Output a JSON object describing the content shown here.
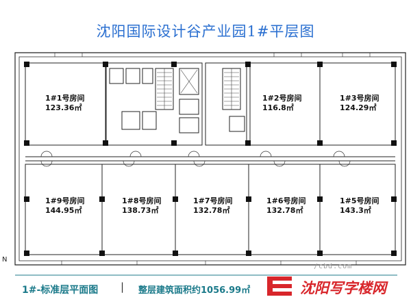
{
  "title": "沈阳国际设计谷产业园1#平层图",
  "rooms": [
    {
      "name": "1#1号房间",
      "area": "123.36㎡"
    },
    {
      "name": "1#2号房间",
      "area": "116.8㎡"
    },
    {
      "name": "1#3号房间",
      "area": "124.29㎡"
    },
    {
      "name": "1#9号房间",
      "area": "144.95㎡"
    },
    {
      "name": "1#8号房间",
      "area": "138.73㎡"
    },
    {
      "name": "1#7号房间",
      "area": "132.78㎡"
    },
    {
      "name": "1#6号房间",
      "area": "132.78㎡"
    },
    {
      "name": "1#5号房间",
      "area": "143.3㎡"
    }
  ],
  "north_label": "N",
  "footer": {
    "floor_label": "1#-标准层平面图",
    "separator": "|",
    "area_label": "整层建筑面积约1056.99㎡"
  },
  "watermark": {
    "site": "/cbd.com",
    "brand": "沈阳写字楼网"
  },
  "colors": {
    "title": "#2a6fd0",
    "footer_text": "#1b7a8a",
    "brand_red": "#d8262b",
    "wall": "#222222",
    "pillar": "#111111"
  }
}
